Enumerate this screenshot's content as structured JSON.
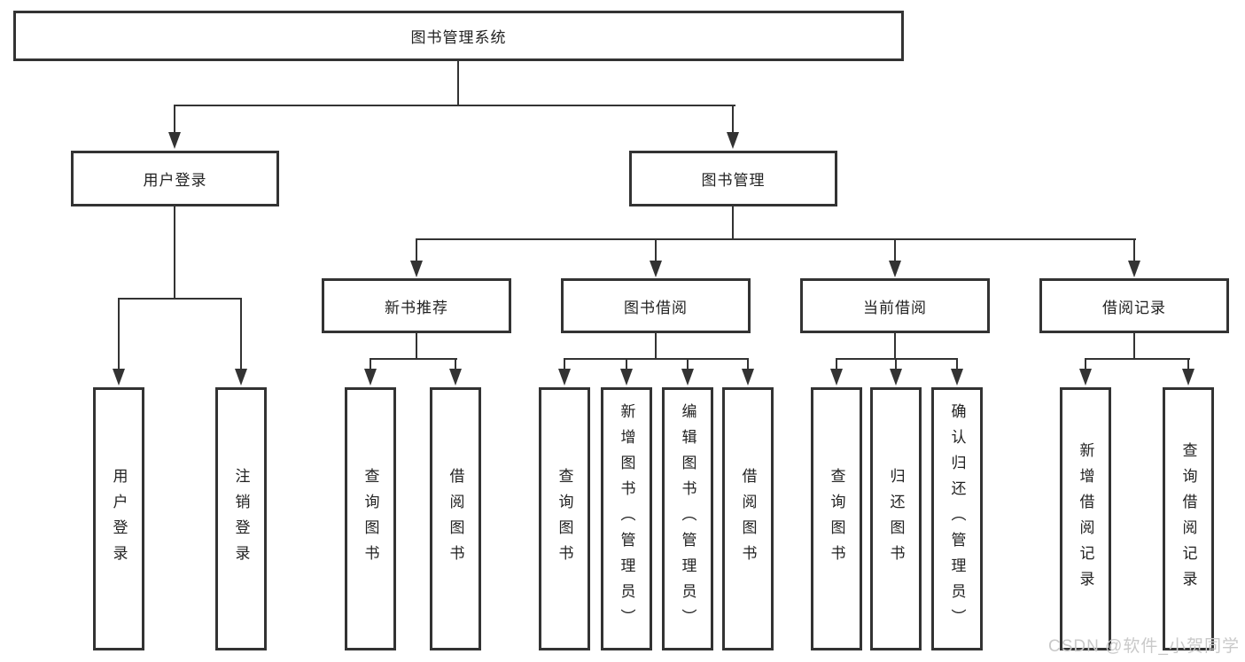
{
  "diagram_title": "图书管理系统",
  "tree": {
    "root": {
      "label": "图书管理系统"
    },
    "branches": [
      {
        "label": "用户登录",
        "children": [
          {
            "label": "用户登录"
          },
          {
            "label": "注销登录"
          }
        ]
      },
      {
        "label": "图书管理",
        "children": [
          {
            "label": "新书推荐",
            "children": [
              {
                "label": "查询图书"
              },
              {
                "label": "借阅图书"
              }
            ]
          },
          {
            "label": "图书借阅",
            "children": [
              {
                "label": "查询图书"
              },
              {
                "label": "新增图书（管理员）"
              },
              {
                "label": "编辑图书（管理员）"
              },
              {
                "label": "借阅图书"
              }
            ]
          },
          {
            "label": "当前借阅",
            "children": [
              {
                "label": "查询图书"
              },
              {
                "label": "归还图书"
              },
              {
                "label": "确认归还（管理员）"
              }
            ]
          },
          {
            "label": "借阅记录",
            "children": [
              {
                "label": "新增借阅记录"
              },
              {
                "label": "查询借阅记录"
              }
            ]
          }
        ]
      }
    ]
  },
  "watermark": "CSDN @软件_小贺同学",
  "colors": {
    "line": "#333333",
    "box_border": "#333333",
    "box_fill": "#ffffff",
    "text": "#222222",
    "background": "#ffffff",
    "watermark": "#c9c9c9"
  }
}
